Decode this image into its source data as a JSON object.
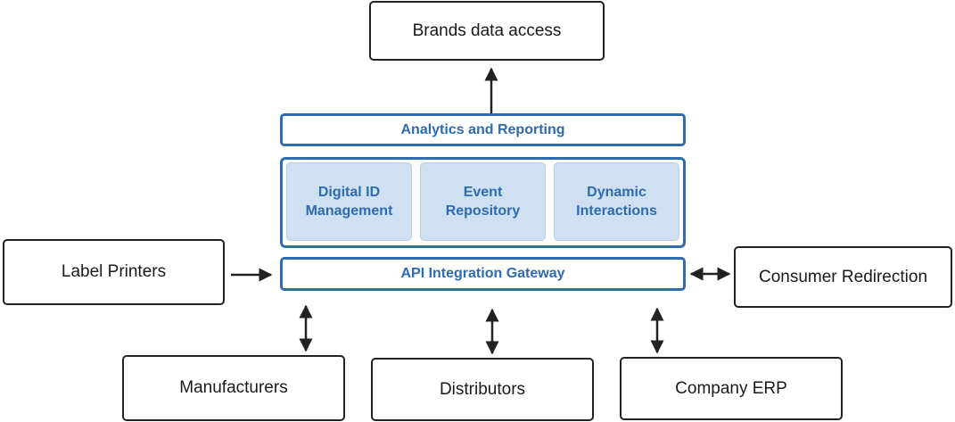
{
  "nodes": {
    "brands_data_access": "Brands data access",
    "analytics_reporting": "Analytics and Reporting",
    "digital_id_management": "Digital ID\nManagement",
    "event_repository": "Event\nRepository",
    "dynamic_interactions": "Dynamic\nInteractions",
    "api_integration_gateway": "API Integration Gateway",
    "label_printers": "Label Printers",
    "consumer_redirection": "Consumer Redirection",
    "manufacturers": "Manufacturers",
    "distributors": "Distributors",
    "company_erp": "Company ERP"
  },
  "colors": {
    "accent": "#2e6bb0",
    "module_fill": "#cfe0f2",
    "external_border": "#222222"
  }
}
